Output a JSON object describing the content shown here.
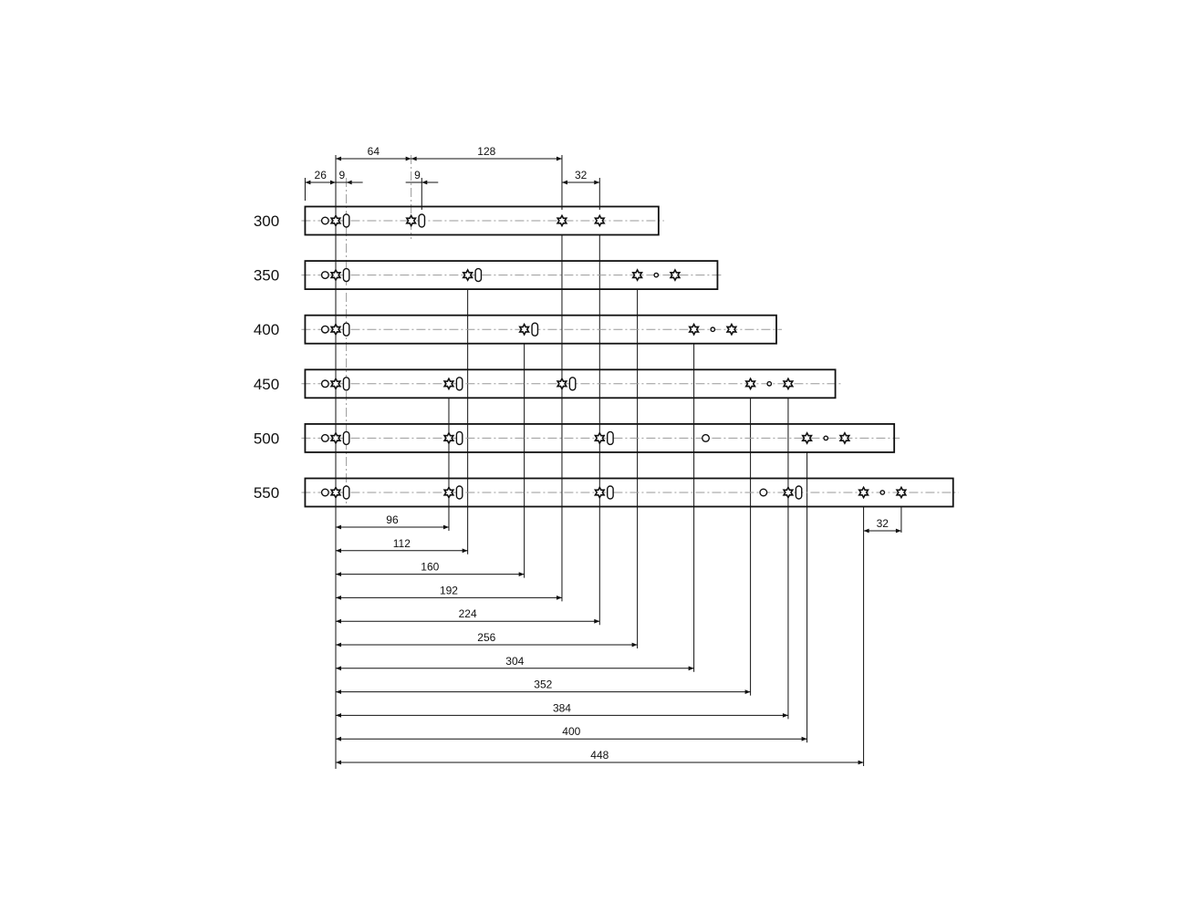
{
  "rails": [
    {
      "label": "300",
      "length": 300,
      "holes": [
        {
          "type": "round",
          "pos": -9
        },
        {
          "type": "star",
          "pos": 0
        },
        {
          "type": "slot",
          "pos": 9
        },
        {
          "type": "star",
          "pos": 64
        },
        {
          "type": "slot",
          "pos": 73
        },
        {
          "type": "star",
          "pos": 192
        },
        {
          "type": "star",
          "pos": 224
        }
      ]
    },
    {
      "label": "350",
      "length": 350,
      "holes": [
        {
          "type": "round",
          "pos": -9
        },
        {
          "type": "star",
          "pos": 0
        },
        {
          "type": "slot",
          "pos": 9
        },
        {
          "type": "star",
          "pos": 112
        },
        {
          "type": "slot",
          "pos": 121
        },
        {
          "type": "star",
          "pos": 256
        },
        {
          "type": "small",
          "pos": 272
        },
        {
          "type": "star",
          "pos": 288
        }
      ]
    },
    {
      "label": "400",
      "length": 400,
      "holes": [
        {
          "type": "round",
          "pos": -9
        },
        {
          "type": "star",
          "pos": 0
        },
        {
          "type": "slot",
          "pos": 9
        },
        {
          "type": "star",
          "pos": 160
        },
        {
          "type": "slot",
          "pos": 169
        },
        {
          "type": "star",
          "pos": 304
        },
        {
          "type": "small",
          "pos": 320
        },
        {
          "type": "star",
          "pos": 336
        }
      ]
    },
    {
      "label": "450",
      "length": 450,
      "holes": [
        {
          "type": "round",
          "pos": -9
        },
        {
          "type": "star",
          "pos": 0
        },
        {
          "type": "slot",
          "pos": 9
        },
        {
          "type": "star",
          "pos": 96
        },
        {
          "type": "slot",
          "pos": 105
        },
        {
          "type": "star",
          "pos": 192
        },
        {
          "type": "slot",
          "pos": 201
        },
        {
          "type": "star",
          "pos": 352
        },
        {
          "type": "small",
          "pos": 368
        },
        {
          "type": "star",
          "pos": 384
        }
      ]
    },
    {
      "label": "500",
      "length": 500,
      "holes": [
        {
          "type": "round",
          "pos": -9
        },
        {
          "type": "star",
          "pos": 0
        },
        {
          "type": "slot",
          "pos": 9
        },
        {
          "type": "star",
          "pos": 96
        },
        {
          "type": "slot",
          "pos": 105
        },
        {
          "type": "star",
          "pos": 224
        },
        {
          "type": "slot",
          "pos": 233
        },
        {
          "type": "round",
          "pos": 314
        },
        {
          "type": "star",
          "pos": 400
        },
        {
          "type": "small",
          "pos": 416
        },
        {
          "type": "star",
          "pos": 432
        }
      ]
    },
    {
      "label": "550",
      "length": 550,
      "holes": [
        {
          "type": "round",
          "pos": -9
        },
        {
          "type": "star",
          "pos": 0
        },
        {
          "type": "slot",
          "pos": 9
        },
        {
          "type": "star",
          "pos": 96
        },
        {
          "type": "slot",
          "pos": 105
        },
        {
          "type": "star",
          "pos": 224
        },
        {
          "type": "slot",
          "pos": 233
        },
        {
          "type": "round",
          "pos": 363
        },
        {
          "type": "star",
          "pos": 384
        },
        {
          "type": "slot",
          "pos": 393
        },
        {
          "type": "star",
          "pos": 448
        },
        {
          "type": "small",
          "pos": 464
        },
        {
          "type": "star",
          "pos": 480
        }
      ]
    }
  ],
  "top_dimensions": {
    "row1": [
      {
        "label": "64",
        "from": 0,
        "to": 64
      },
      {
        "label": "128",
        "from": 64,
        "to": 192
      }
    ],
    "row2": [
      {
        "label": "26",
        "from": -26,
        "to": 0
      },
      {
        "label": "9",
        "from": 0,
        "to": 9
      },
      {
        "label": "9",
        "from": 64,
        "to": 73
      },
      {
        "label": "32",
        "from": 192,
        "to": 224
      }
    ]
  },
  "bottom_dimensions": [
    {
      "label": "96",
      "value": 96
    },
    {
      "label": "112",
      "value": 112
    },
    {
      "label": "160",
      "value": 160
    },
    {
      "label": "192",
      "value": 192
    },
    {
      "label": "224",
      "value": 224
    },
    {
      "label": "256",
      "value": 256
    },
    {
      "label": "304",
      "value": 304
    },
    {
      "label": "352",
      "value": 352
    },
    {
      "label": "384",
      "value": 384
    },
    {
      "label": "400",
      "value": 400
    },
    {
      "label": "448",
      "value": 448
    }
  ],
  "right_dimension": {
    "label": "32",
    "from": 448,
    "to": 480
  }
}
